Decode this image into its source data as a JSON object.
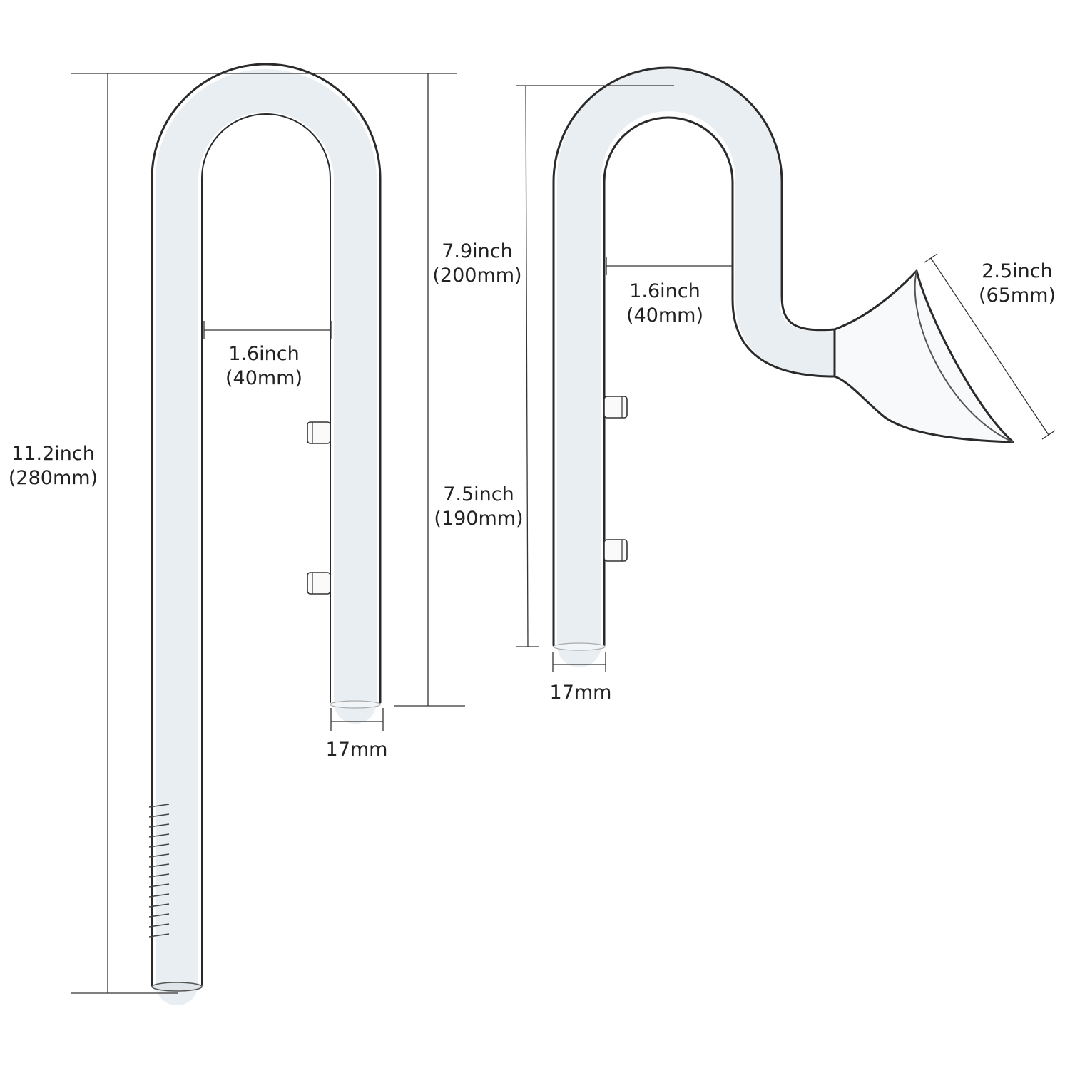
{
  "left_pipe": {
    "height_inch": "11.2inch",
    "height_mm": "(280mm)",
    "leg_inch": "7.9inch",
    "leg_mm": "(200mm)",
    "gap_inch": "1.6inch",
    "gap_mm": "(40mm)",
    "diameter": "17mm"
  },
  "right_pipe": {
    "height_inch": "7.5inch",
    "height_mm": "(190mm)",
    "gap_inch": "1.6inch",
    "gap_mm": "(40mm)",
    "diameter": "17mm",
    "mouth_inch": "2.5inch",
    "mouth_mm": "(65mm)"
  },
  "colors": {
    "background": "#ffffff",
    "outline": "#2a2a2a",
    "dimension": "#333333",
    "text": "#222222"
  }
}
